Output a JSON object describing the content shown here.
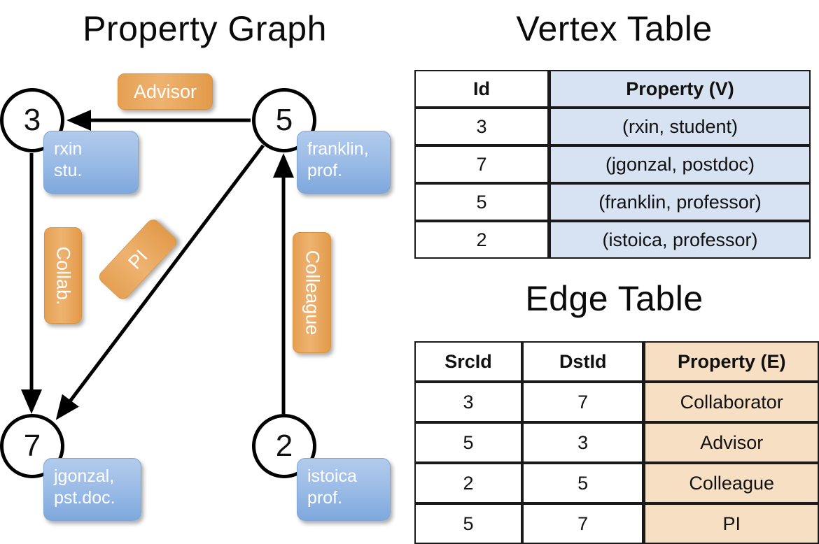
{
  "titles": {
    "property_graph": "Property Graph",
    "vertex_table": "Vertex Table",
    "edge_table": "Edge Table"
  },
  "graph": {
    "nodes": [
      {
        "id": "3",
        "name": "node-3",
        "property_lines": [
          "rxin",
          "stu."
        ]
      },
      {
        "id": "5",
        "name": "node-5",
        "property_lines": [
          "franklin,",
          "prof."
        ]
      },
      {
        "id": "7",
        "name": "node-7",
        "property_lines": [
          "jgonzal,",
          "pst.doc."
        ]
      },
      {
        "id": "2",
        "name": "node-2",
        "property_lines": [
          "istoica",
          "prof."
        ]
      }
    ],
    "edge_labels": [
      {
        "text": "Advisor",
        "orientation": "horizontal"
      },
      {
        "text": "Collab.",
        "orientation": "vertical"
      },
      {
        "text": "PI",
        "orientation": "diagonal"
      },
      {
        "text": "Colleague",
        "orientation": "vertical"
      }
    ],
    "edges": [
      {
        "from": "5",
        "to": "3",
        "label": "Advisor"
      },
      {
        "from": "3",
        "to": "7",
        "label": "Collab."
      },
      {
        "from": "5",
        "to": "7",
        "label": "PI"
      },
      {
        "from": "2",
        "to": "5",
        "label": "Colleague"
      }
    ]
  },
  "vertex_table": {
    "headers": [
      "Id",
      "Property (V)"
    ],
    "rows": [
      [
        "3",
        "(rxin, student)"
      ],
      [
        "7",
        "(jgonzal, postdoc)"
      ],
      [
        "5",
        "(franklin, professor)"
      ],
      [
        "2",
        "(istoica, professor)"
      ]
    ]
  },
  "edge_table": {
    "headers": [
      "SrcId",
      "DstId",
      "Property (E)"
    ],
    "rows": [
      [
        "3",
        "7",
        "Collaborator"
      ],
      [
        "5",
        "3",
        "Advisor"
      ],
      [
        "2",
        "5",
        "Colleague"
      ],
      [
        "5",
        "7",
        "PI"
      ]
    ]
  },
  "colors": {
    "vertex_property_fill": "#d7e2f2",
    "edge_property_fill": "#f7dfc4",
    "node_callout_blue": "#9dbde7",
    "edge_label_orange": "#e5a054",
    "stroke": "#000000"
  }
}
